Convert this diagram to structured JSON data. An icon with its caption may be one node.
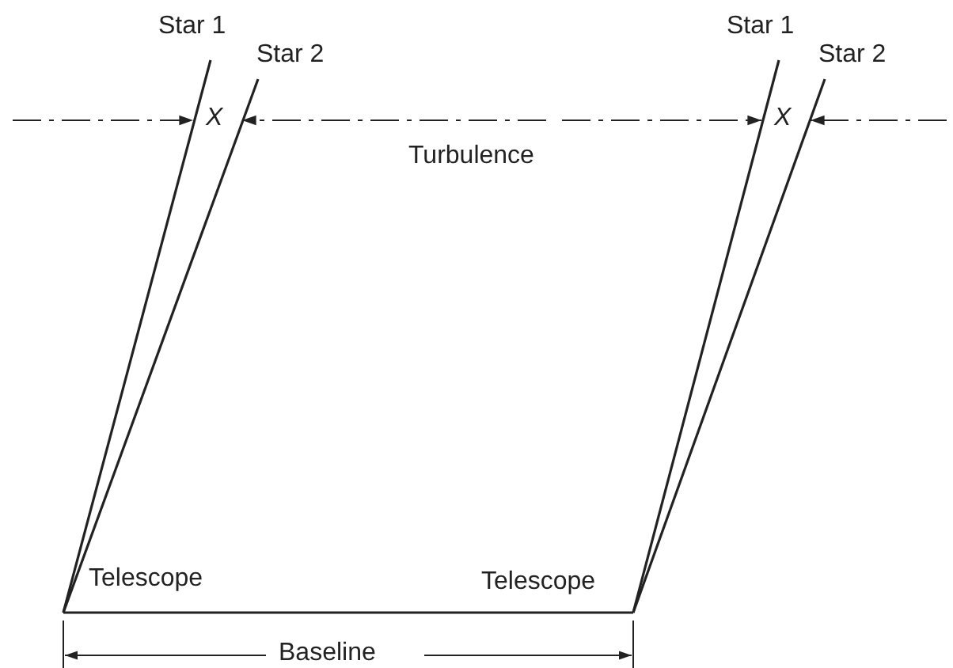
{
  "diagram": {
    "nodes": [
      {
        "text": [
          "Star 1"
        ]
      },
      {
        "text": [
          "Star 2"
        ]
      },
      {
        "text": [
          "Star 1"
        ]
      },
      {
        "text": [
          "Star 2"
        ]
      },
      {
        "text": [
          "Telescope"
        ]
      },
      {
        "text": [
          "Telescope"
        ]
      }
    ],
    "edges": [
      {
        "from": 0,
        "to": 4,
        "arrow": "none"
      },
      {
        "from": 1,
        "to": 4,
        "arrow": "none"
      },
      {
        "from": 2,
        "to": 5,
        "arrow": "none"
      },
      {
        "from": 3,
        "to": 5,
        "arrow": "none"
      },
      {
        "from": 4,
        "to": 5,
        "arrow": "none"
      }
    ],
    "labels": [
      "X",
      "X",
      "Turbulence",
      "Baseline"
    ]
  }
}
